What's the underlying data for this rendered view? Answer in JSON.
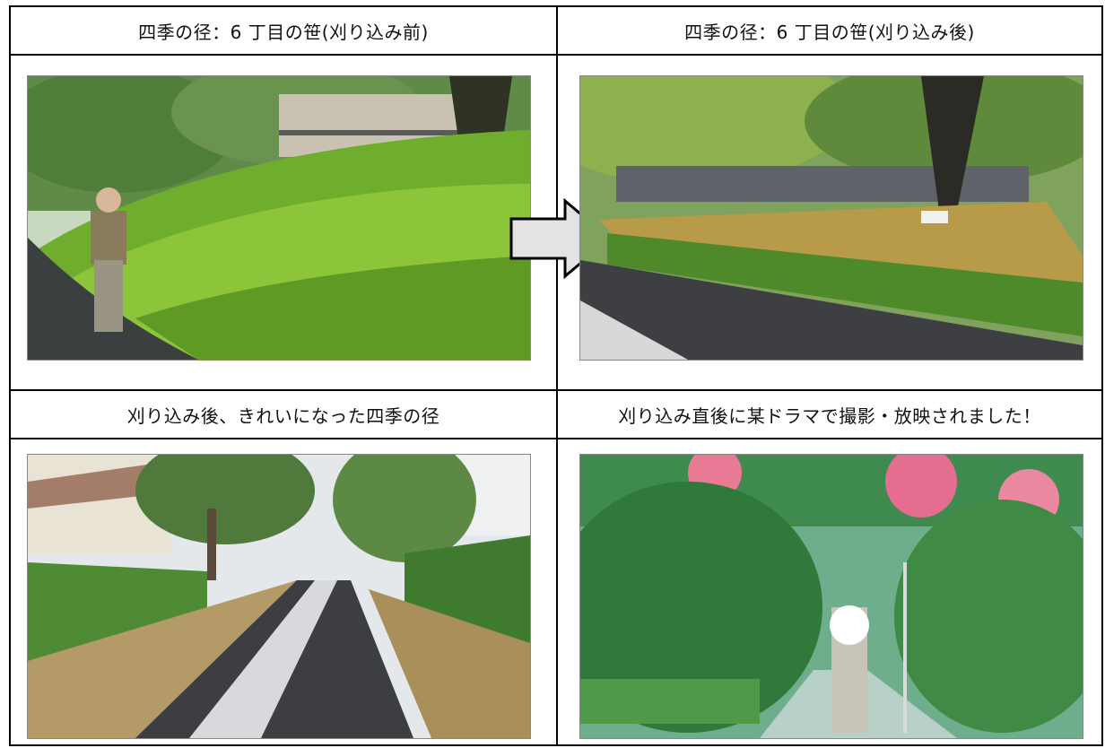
{
  "cells": [
    {
      "caption": "四季の径：6 丁目の笹(刈り込み前)",
      "photo_name": "photo-bamboo-before"
    },
    {
      "caption": "四季の径：6 丁目の笹(刈り込み後)",
      "photo_name": "photo-bamboo-after"
    },
    {
      "caption": "刈り込み後、きれいになった四季の径",
      "photo_name": "photo-path-after"
    },
    {
      "caption": "刈り込み直後に某ドラマで撮影・放映されました！",
      "photo_name": "photo-drama-scene"
    }
  ],
  "arrow": {
    "direction": "right",
    "icon": "right-arrow-icon",
    "fill": "#e3e3e3",
    "stroke": "#000000"
  },
  "colors": {
    "border": "#000000",
    "photo_border": "#8a8a8a"
  }
}
